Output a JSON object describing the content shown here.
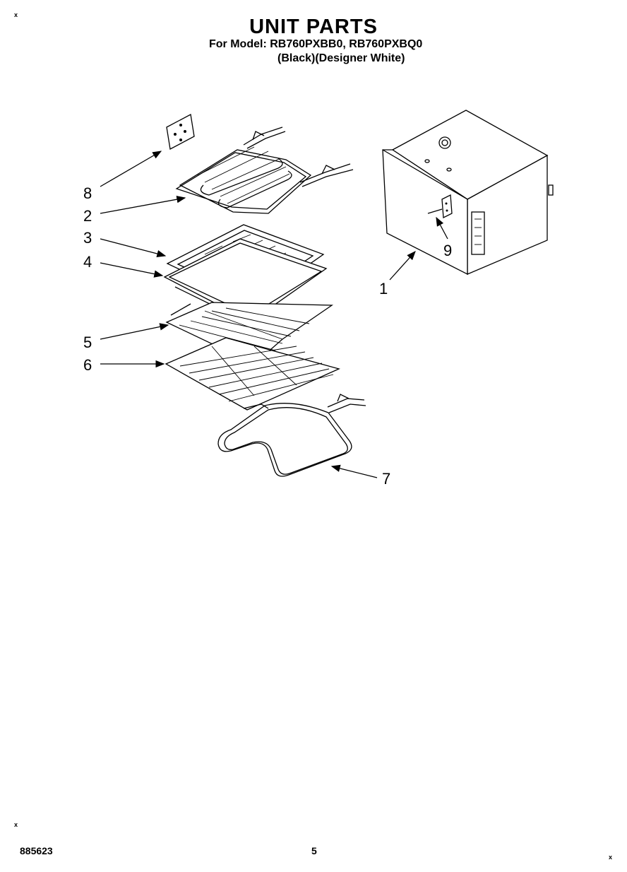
{
  "header": {
    "title": "UNIT PARTS",
    "model_line": "For Model: RB760PXBB0, RB760PXBQ0",
    "color_line": "(Black)(Designer White)"
  },
  "footer": {
    "doc_number": "885623",
    "page_number": "5"
  },
  "callouts": [
    "1",
    "2",
    "3",
    "4",
    "5",
    "6",
    "7",
    "8",
    "9"
  ],
  "corner_marks": [
    "x",
    "x",
    "x"
  ]
}
